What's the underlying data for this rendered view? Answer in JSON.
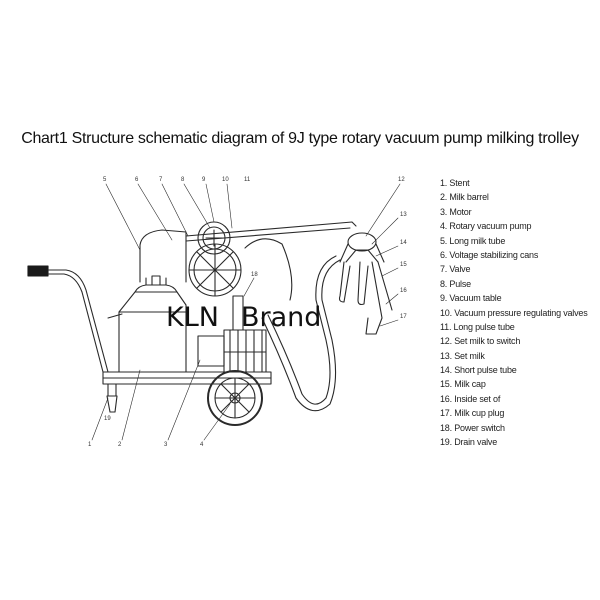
{
  "title": "Chart1  Structure schematic diagram of 9J type rotary vacuum pump milking trolley",
  "watermark": {
    "word1": "KLN",
    "word2": "Brand"
  },
  "callout_numbers": [
    "1",
    "2",
    "3",
    "4",
    "5",
    "6",
    "7",
    "8",
    "9",
    "10",
    "11",
    "12",
    "13",
    "14",
    "15",
    "16",
    "17",
    "18",
    "19"
  ],
  "legend": [
    "1. Stent",
    "2. Milk barrel",
    "3. Motor",
    "4. Rotary vacuum pump",
    "5. Long milk tube",
    "6. Voltage stabilizing cans",
    "7. Valve",
    "8. Pulse",
    "9. Vacuum table",
    "10. Vacuum pressure regulating valves",
    "11. Long pulse tube",
    "12. Set milk to switch",
    "13. Set milk",
    "14. Short pulse tube",
    "15. Milk cap",
    "16. Inside set of",
    "17. Milk cup plug",
    "18. Power switch",
    "19. Drain valve"
  ],
  "colors": {
    "line": "#2a2a2a",
    "text": "#111111"
  }
}
